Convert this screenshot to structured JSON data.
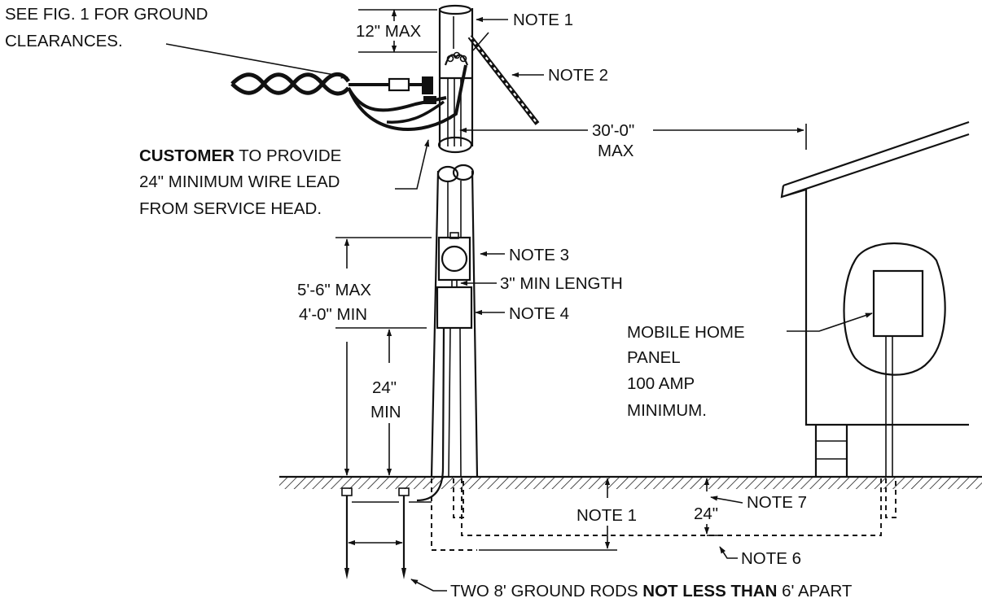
{
  "labels": {
    "see_fig_line1": "SEE FIG. 1 FOR GROUND",
    "see_fig_line2": "CLEARANCES.",
    "dim_12_max": "12\" MAX",
    "note1_top": "NOTE 1",
    "note2": "NOTE 2",
    "dim_30ft_line1": "30'-0\"",
    "dim_30ft_line2": "MAX",
    "customer_bold": "CUSTOMER",
    "customer_rest": " TO PROVIDE",
    "customer_line2": "24\" MINIMUM WIRE LEAD",
    "customer_line3": "FROM SERVICE HEAD.",
    "note3": "NOTE 3",
    "min_length": "3\" MIN LENGTH",
    "meter_height_max": "5'-6\" MAX",
    "meter_height_min": "4'-0\" MIN",
    "note4": "NOTE 4",
    "dim_24_min_line1": "24\"",
    "dim_24_min_line2": "MIN",
    "panel_line1": "MOBILE HOME",
    "panel_line2": "PANEL",
    "panel_line3": "100 AMP",
    "panel_line4": "MINIMUM.",
    "note1_ground": "NOTE 1",
    "dim_24_trench": "24\"",
    "note7": "NOTE 7",
    "note6": "NOTE 6",
    "rods_part1": "TWO 8' GROUND RODS ",
    "rods_bold": "NOT LESS THAN",
    "rods_part3": " 6' APART"
  }
}
